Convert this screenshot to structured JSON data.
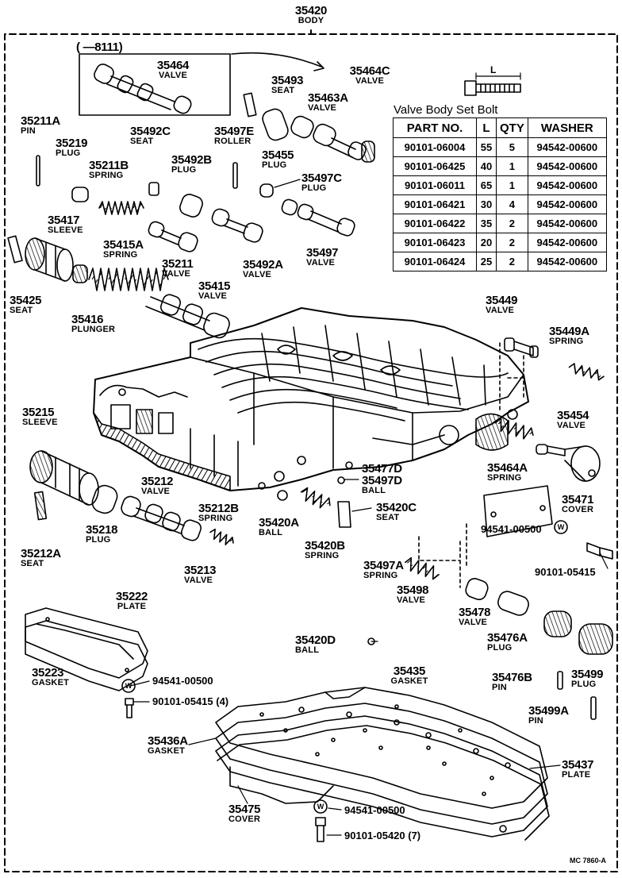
{
  "body": {
    "num": "35420",
    "name": "BODY"
  },
  "subassy_label": "(      —8111)",
  "parts": [
    {
      "key": "p35464",
      "num": "35464",
      "name": "VALVE"
    },
    {
      "key": "p35464C",
      "num": "35464C",
      "name": "VALVE"
    },
    {
      "key": "p35493",
      "num": "35493",
      "name": "SEAT"
    },
    {
      "key": "p35463A",
      "num": "35463A",
      "name": "VALVE"
    },
    {
      "key": "p35211A",
      "num": "35211A",
      "name": "PIN"
    },
    {
      "key": "p35219",
      "num": "35219",
      "name": "PLUG"
    },
    {
      "key": "p35492C",
      "num": "35492C",
      "name": "SEAT"
    },
    {
      "key": "p35497E",
      "num": "35497E",
      "name": "ROLLER"
    },
    {
      "key": "p35455",
      "num": "35455",
      "name": "PLUG"
    },
    {
      "key": "p35211B",
      "num": "35211B",
      "name": "SPRING"
    },
    {
      "key": "p35492B",
      "num": "35492B",
      "name": "PLUG"
    },
    {
      "key": "p35497C",
      "num": "35497C",
      "name": "PLUG"
    },
    {
      "key": "p35417",
      "num": "35417",
      "name": "SLEEVE"
    },
    {
      "key": "p35415A",
      "num": "35415A",
      "name": "SPRING"
    },
    {
      "key": "p35211",
      "num": "35211",
      "name": "VALVE"
    },
    {
      "key": "p35492A",
      "num": "35492A",
      "name": "VALVE"
    },
    {
      "key": "p35497",
      "num": "35497",
      "name": "VALVE"
    },
    {
      "key": "p35425",
      "num": "35425",
      "name": "SEAT"
    },
    {
      "key": "p35416",
      "num": "35416",
      "name": "PLUNGER"
    },
    {
      "key": "p35415",
      "num": "35415",
      "name": "VALVE"
    },
    {
      "key": "p35449",
      "num": "35449",
      "name": "VALVE"
    },
    {
      "key": "p35449A",
      "num": "35449A",
      "name": "SPRING"
    },
    {
      "key": "p35454",
      "num": "35454",
      "name": "VALVE"
    },
    {
      "key": "p35215",
      "num": "35215",
      "name": "SLEEVE"
    },
    {
      "key": "p35212",
      "num": "35212",
      "name": "VALVE"
    },
    {
      "key": "p35212B",
      "num": "35212B",
      "name": "SPRING"
    },
    {
      "key": "p35218",
      "num": "35218",
      "name": "PLUG"
    },
    {
      "key": "p35212A",
      "num": "35212A",
      "name": "SEAT"
    },
    {
      "key": "p35213",
      "num": "35213",
      "name": "VALVE"
    },
    {
      "key": "p35464A",
      "num": "35464A",
      "name": "SPRING"
    },
    {
      "key": "p35477D",
      "num": "35477D",
      "name": ""
    },
    {
      "key": "p35497D",
      "num": "35497D",
      "name": "BALL"
    },
    {
      "key": "p35420A",
      "num": "35420A",
      "name": "BALL"
    },
    {
      "key": "p35420C",
      "num": "35420C",
      "name": "SEAT"
    },
    {
      "key": "p35420B",
      "num": "35420B",
      "name": "SPRING"
    },
    {
      "key": "p35471",
      "num": "35471",
      "name": "COVER"
    },
    {
      "key": "p35497A",
      "num": "35497A",
      "name": "SPRING"
    },
    {
      "key": "p35498",
      "num": "35498",
      "name": "VALVE"
    },
    {
      "key": "p35478",
      "num": "35478",
      "name": "VALVE"
    },
    {
      "key": "p35476A",
      "num": "35476A",
      "name": "PLUG"
    },
    {
      "key": "p35222",
      "num": "35222",
      "name": "PLATE"
    },
    {
      "key": "p35223",
      "num": "35223",
      "name": "GASKET"
    },
    {
      "key": "p35420D",
      "num": "35420D",
      "name": "BALL"
    },
    {
      "key": "p35435",
      "num": "35435",
      "name": "GASKET"
    },
    {
      "key": "p35476B",
      "num": "35476B",
      "name": "PIN"
    },
    {
      "key": "p35499",
      "num": "35499",
      "name": "PLUG"
    },
    {
      "key": "p35499A",
      "num": "35499A",
      "name": "PIN"
    },
    {
      "key": "p35436A",
      "num": "35436A",
      "name": "GASKET"
    },
    {
      "key": "p35437",
      "num": "35437",
      "name": "PLATE"
    },
    {
      "key": "p35475",
      "num": "35475",
      "name": "COVER"
    }
  ],
  "callouts": {
    "washer_right": "94541-00500",
    "bolt_right": "90101-05415",
    "washer_left": "94541-00500",
    "bolt_left": "90101-05415 (4)",
    "washer_bottom": "94541-00500",
    "bolt_bottom": "90101-05420 (7)",
    "washer_symbol": "W",
    "dim_L": "L"
  },
  "bolt_table": {
    "title": "Valve Body Set Bolt",
    "headers": [
      "PART NO.",
      "L",
      "QTY",
      "WASHER"
    ],
    "rows": [
      [
        "90101-06004",
        "55",
        "5",
        "94542-00600"
      ],
      [
        "90101-06425",
        "40",
        "1",
        "94542-00600"
      ],
      [
        "90101-06011",
        "65",
        "1",
        "94542-00600"
      ],
      [
        "90101-06421",
        "30",
        "4",
        "94542-00600"
      ],
      [
        "90101-06422",
        "35",
        "2",
        "94542-00600"
      ],
      [
        "90101-06423",
        "20",
        "2",
        "94542-00600"
      ],
      [
        "90101-06424",
        "25",
        "2",
        "94542-00600"
      ]
    ]
  },
  "drawing_code": "MC 7860-A"
}
